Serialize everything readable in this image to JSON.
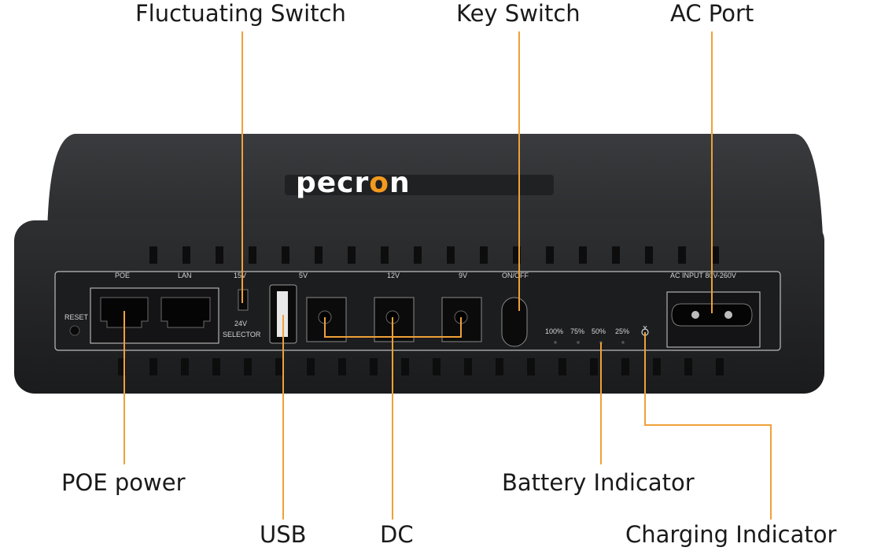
{
  "callouts": {
    "fluctuating_switch": "Fluctuating Switch",
    "key_switch": "Key Switch",
    "ac_port": "AC Port",
    "poe_power": "POE power",
    "usb": "USB",
    "dc": "DC",
    "battery_indicator": "Battery Indicator",
    "charging_indicator": "Charging Indicator"
  },
  "device": {
    "brand_left": "pecr",
    "brand_o": "o",
    "brand_right": "n",
    "port_labels": {
      "poe": "POE",
      "lan": "LAN",
      "v15": "15V",
      "v5": "5V",
      "v12": "12V",
      "v9": "9V",
      "on_off": "ON/OFF",
      "ac_input": "AC INPUT 80V-260V",
      "reset": "RESET",
      "selector_24v": "24V",
      "selector_word": "SELECTOR"
    },
    "battery_levels": [
      "100%",
      "75%",
      "50%",
      "25%"
    ]
  },
  "colors": {
    "leader_line": "#f0a038",
    "accent_orange": "#f39a1e",
    "body_dark": "#2c2d2f",
    "panel": "#1c1d1f"
  }
}
